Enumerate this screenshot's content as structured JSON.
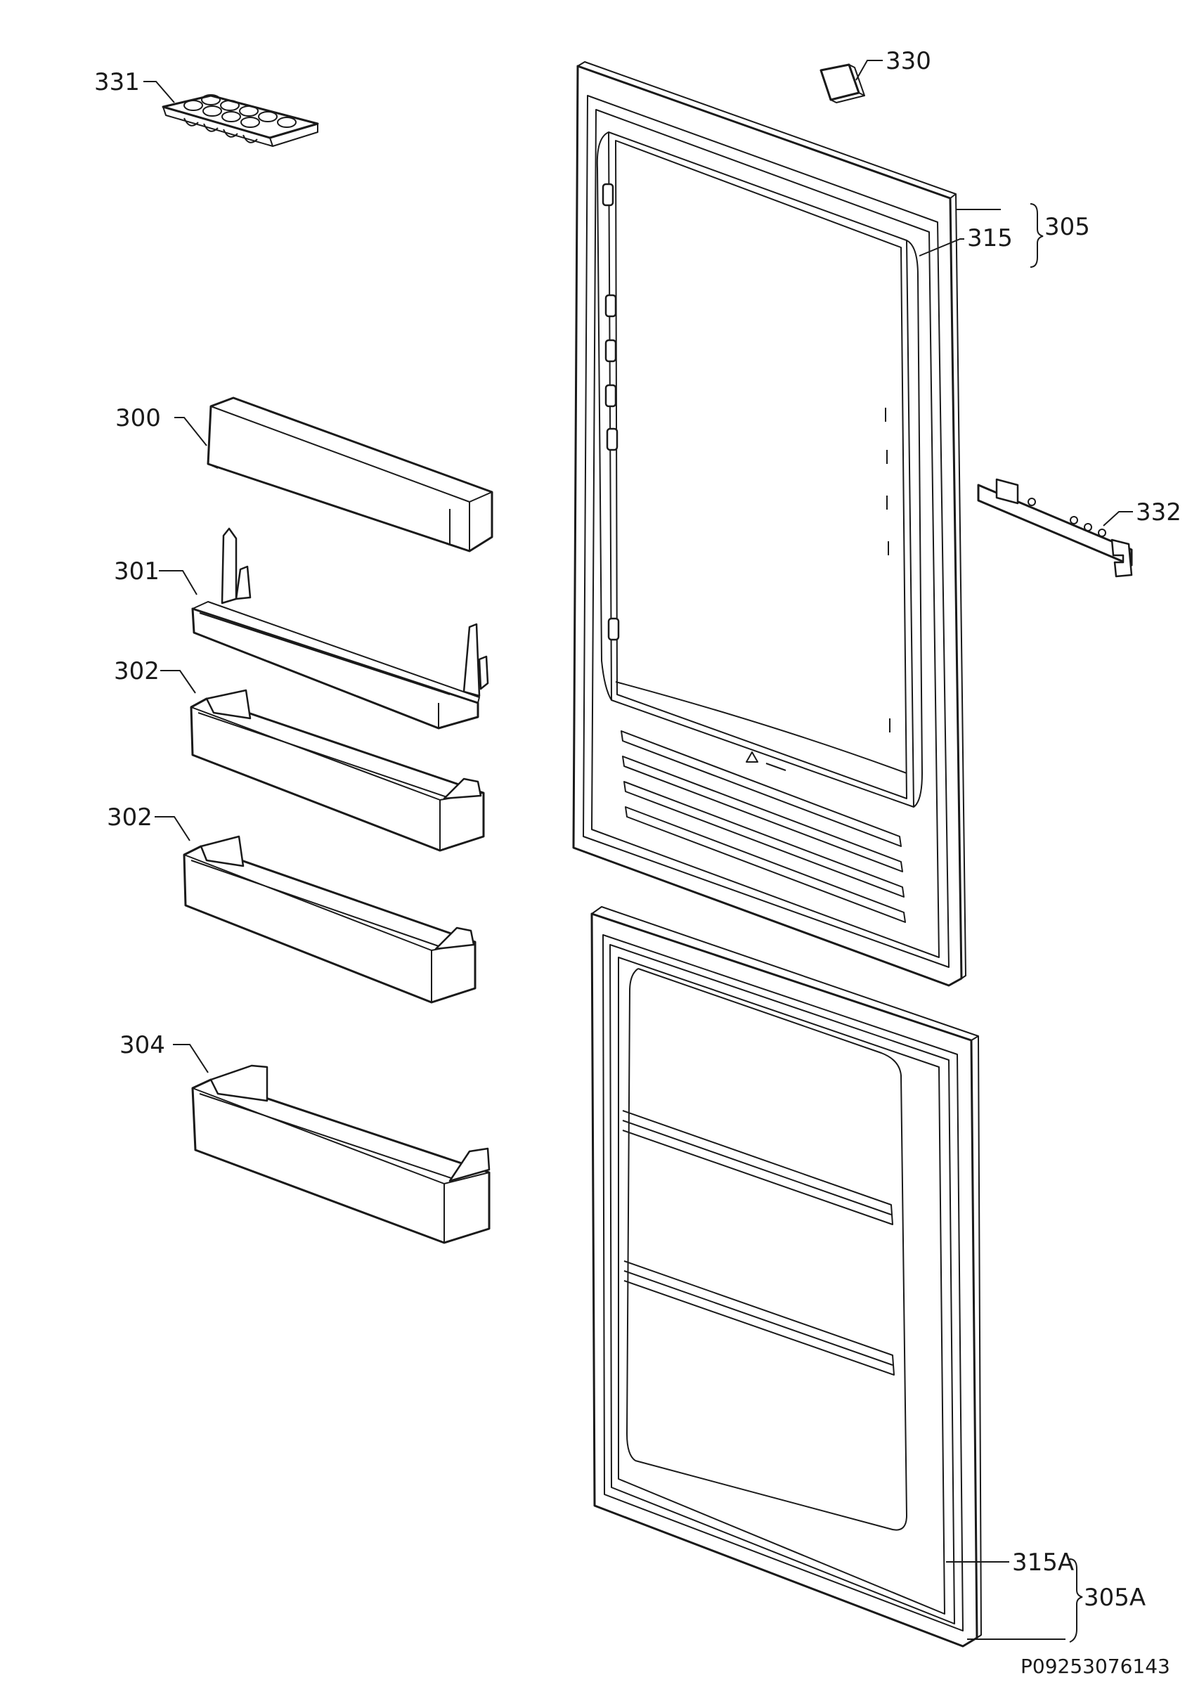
{
  "labels": {
    "p331": "331",
    "p330": "330",
    "p315": "315",
    "p305": "305",
    "p300": "300",
    "p301": "301",
    "p302a": "302",
    "p302b": "302",
    "p304": "304",
    "p332": "332",
    "p315A": "315A",
    "p305A": "305A"
  },
  "drawing_code": "P09253076143",
  "colors": {
    "line": "#1a1a1a",
    "background": "#ffffff"
  }
}
